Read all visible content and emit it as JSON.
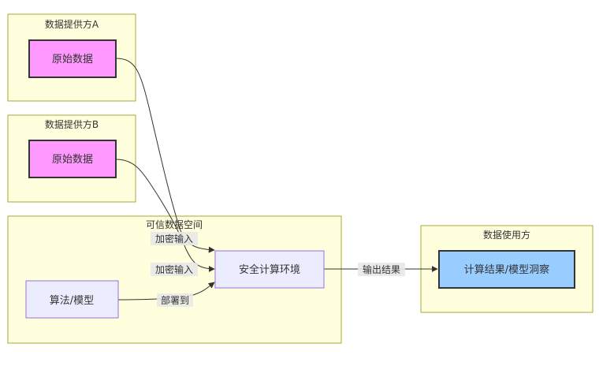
{
  "clusters": {
    "provider_a": "数据提供方A",
    "provider_b": "数据提供方B",
    "trusted_space": "可信数据空间",
    "consumer": "数据使用方"
  },
  "nodes": {
    "raw_data_a": "原始数据",
    "raw_data_b": "原始数据",
    "secure_env": "安全计算环境",
    "algorithm": "算法/模型",
    "result": "计算结果/模型洞察"
  },
  "edges": {
    "encrypted_input_a": "加密输入",
    "encrypted_input_b": "加密输入",
    "deploy_to": "部署到",
    "output_result": "输出结果"
  },
  "colors": {
    "cluster_fill": "#ffffde",
    "cluster_stroke": "#aaaa33",
    "raw_data_fill": "#ff99ff",
    "default_node_fill": "#ececff",
    "default_node_stroke": "#9370db",
    "result_fill": "#99ccff"
  }
}
